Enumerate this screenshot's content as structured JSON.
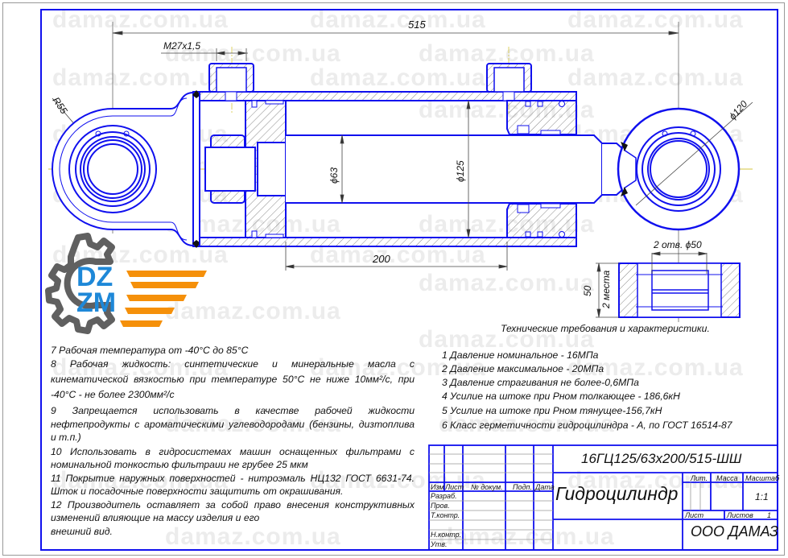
{
  "watermark": "damaz.com.ua",
  "logo": {
    "line1": "DZ",
    "line2": "ZM",
    "gear_color": "#606060",
    "letter_color": "#1e88d8",
    "stripe_color": "#f5900a"
  },
  "colors": {
    "line": "#1010ee",
    "centerline": "#c8b400",
    "dim": "#444444"
  },
  "dimensions": {
    "overall_length": "515",
    "port_thread": "M27x1,5",
    "eye_radius": "R55",
    "rod_diameter": "ϕ63",
    "bore_diameter": "ϕ125",
    "eye_diameter": "ϕ120",
    "stroke": "200",
    "holes": "2 отв. ϕ50",
    "bearing_width": "50",
    "places": "2 места"
  },
  "notes_left": [
    "7 Рабочая температура от -40°С до 85°С",
    "8 Рабочая жидкость: синтетические и минеральные масла с",
    "кинематической вязкостью при температуре 50°С не ниже 10мм²/с, при",
    "-40°С - не более 2300мм²/с",
    "9 Запрещается использовать в качестве рабочей жидкости",
    "нефтепродукты с ароматическими углеводородами (бензины, дизтоплива",
    "и т.п.)",
    "10 Использовать в гидросистемах машин оснащенных фильтрами с",
    "номинальной тонкостью фильтраии не грубее 25 мкм",
    "11 Покрытие наружных поверхностей - нитроэмаль НЦ132 ГОСТ 6631-74.",
    "Шток и посадочные поверхности защитить от окрашивания.",
    "12 Производитель оставляет за собой право внесения конструктивных",
    "изменений влияющие на массу изделия и его",
    "внешний вид."
  ],
  "requirements": {
    "title": "Технические требования и характеристики.",
    "items": [
      "1 Давление номинальное - 16МПа",
      "2 Давление максимальное - 20МПа",
      "3 Давление страгивания не более-0,6МПа",
      "4 Усилие на штоке при Pном толкающее - 186,6кН",
      "5 Усилие на штоке при Pном тянущее-156,7кН",
      "6 Класс герметичности гидроцилиндра - А, по ГОСТ 16514-87"
    ]
  },
  "title_block": {
    "designation": "16ГЦ125/63х200/515-ШШ",
    "name": "Гидроцилиндр",
    "company": "ООО ДАМАЗ",
    "col_headers": [
      "Изм",
      "Лист",
      "№ докум.",
      "Подп.",
      "Дата"
    ],
    "rows": [
      "Разраб.",
      "Пров.",
      "Т.контр.",
      "Н.контр.",
      "Утв."
    ],
    "lit_label": "Лит.",
    "mass_label": "Масса",
    "scale_label": "Масштаб",
    "scale_value": "1:1",
    "sheet_label": "Лист",
    "sheets_label": "Листов",
    "sheets_value": "1"
  }
}
